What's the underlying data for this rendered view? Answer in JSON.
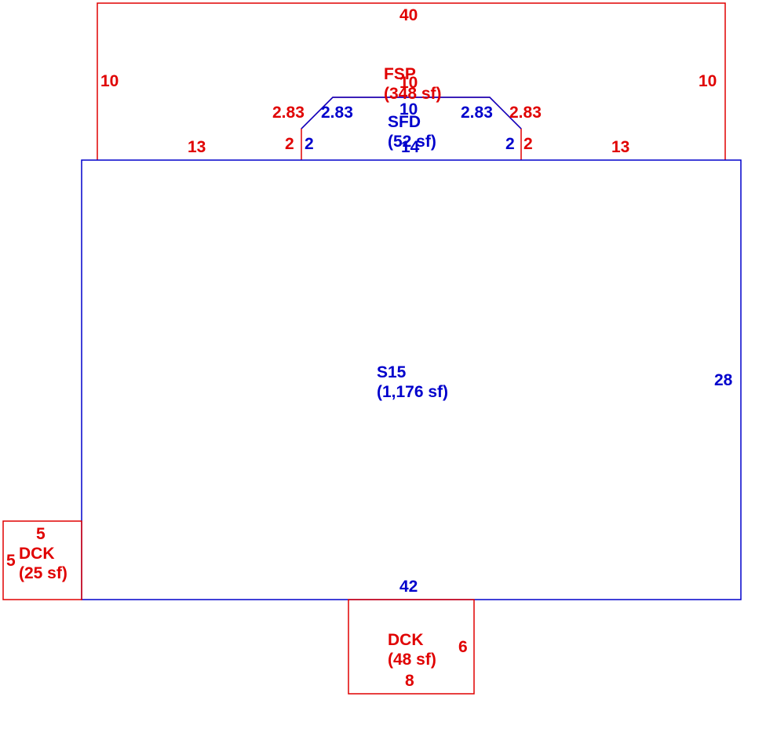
{
  "colors": {
    "red": "#e00000",
    "blue": "#0000cc"
  },
  "areas": {
    "main": {
      "code": "S15",
      "area": "(1,176 sf)"
    },
    "front_porch": {
      "code": "FSP",
      "area": "(348 sf)"
    },
    "bay": {
      "code": "SFD",
      "area": "(52 sf)"
    },
    "deck_left": {
      "code": "DCK",
      "area": "(25 sf)"
    },
    "deck_bottom": {
      "code": "DCK",
      "area": "(48 sf)"
    }
  },
  "dimensions": {
    "fsp_top": "40",
    "fsp_left": "10",
    "fsp_right": "10",
    "fsp_bottom_left": "13",
    "fsp_bottom_right": "13",
    "fsp_bay_top": "10",
    "fsp_diag_left": "2.83",
    "fsp_diag_right": "2.83",
    "fsp_side_left": "2",
    "fsp_side_right": "2",
    "sfd_top": "10",
    "sfd_diag_left": "2.83",
    "sfd_diag_right": "2.83",
    "sfd_side_left": "2",
    "sfd_side_right": "2",
    "sfd_bottom": "14",
    "main_right": "28",
    "main_bottom": "42",
    "deck_left_top": "5",
    "deck_left_side": "5",
    "deck_bottom_right": "6",
    "deck_bottom_bottom": "8"
  }
}
